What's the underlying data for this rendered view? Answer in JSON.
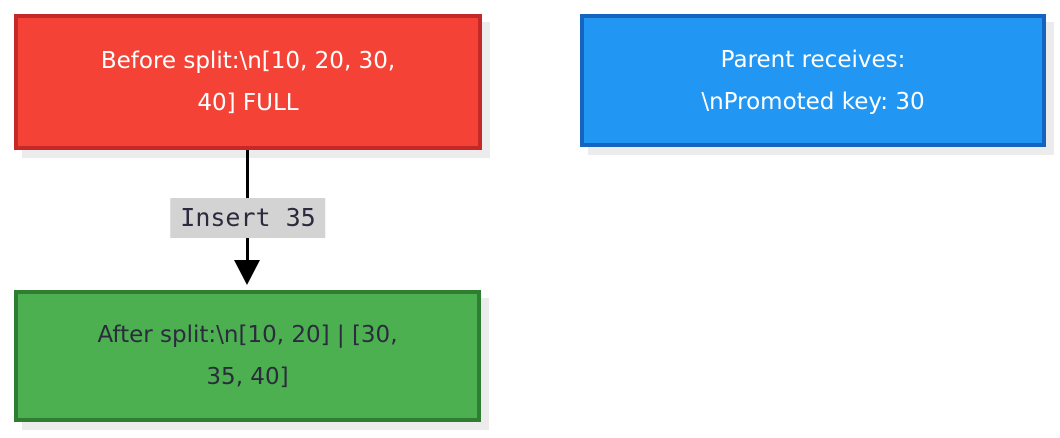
{
  "diagram": {
    "background": "#ffffff",
    "shadow_color": "#ececec",
    "nodes": {
      "before": {
        "label": "Before split:\\n[10, 20, 30, 40] FULL",
        "lines": [
          "Before split:\\n[10, 20, 30,",
          "40] FULL"
        ],
        "fill": "#f44336",
        "border": "#c62828",
        "text_color": "#ffffff"
      },
      "parent": {
        "label": "Parent receives: \\nPromoted key: 30",
        "lines": [
          "Parent receives:",
          "\\nPromoted key: 30"
        ],
        "fill": "#2196f3",
        "border": "#1565c0",
        "text_color": "#ffffff"
      },
      "after": {
        "label": "After split:\\n[10, 20] | [30, 35, 40]",
        "lines": [
          "After split:\\n[10, 20] | [30,",
          "35, 40]"
        ],
        "fill": "#4caf50",
        "border": "#2e7d32",
        "text_color": "#2b2b3d"
      }
    },
    "edge": {
      "label": "Insert 35",
      "label_bg": "#d3d3d3",
      "label_color": "#2b2b3d",
      "arrow_color": "#000000",
      "from": "before",
      "to": "after"
    }
  }
}
